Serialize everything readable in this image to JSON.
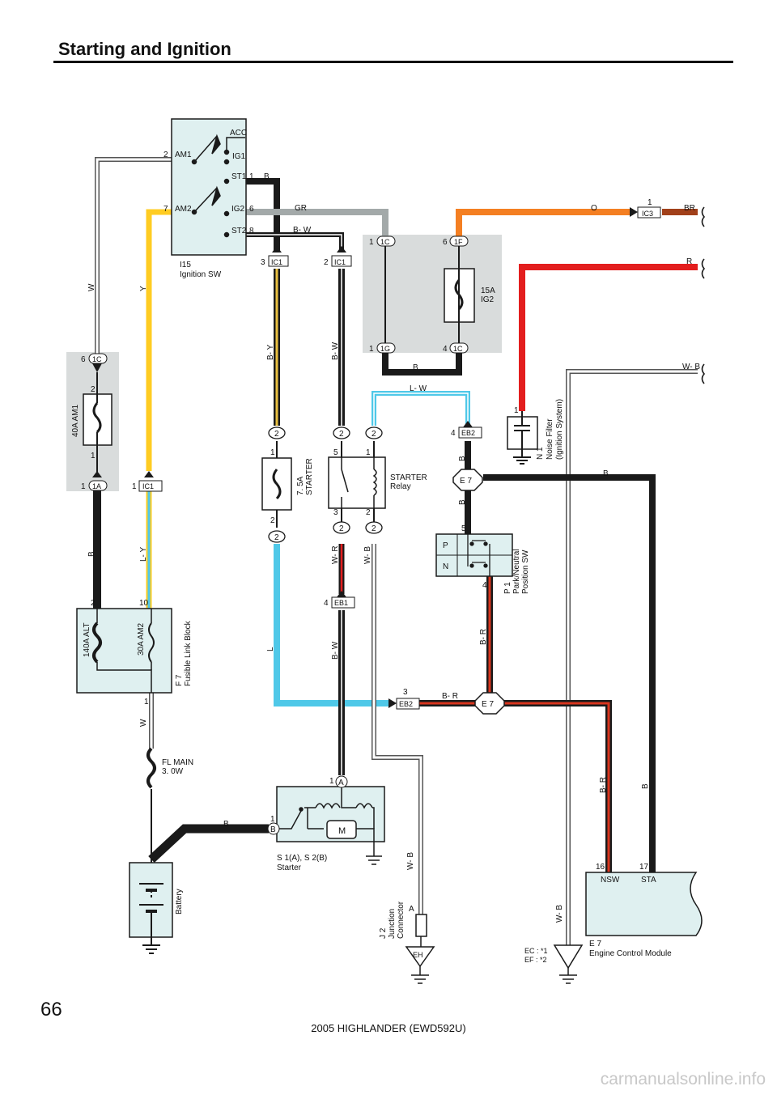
{
  "header": {
    "title": "Starting and Ignition",
    "page_number": "66"
  },
  "footer": {
    "model": "2005 HIGHLANDER (EWD592U)"
  },
  "watermark": "carmanualsonline.info",
  "colors": {
    "B": "#1a1a1a",
    "W": "#ffffff",
    "Y": "#ffcc22",
    "GR": "#a3a9a9",
    "O": "#f47f22",
    "R": "#e31e1e",
    "BR": "#a1401a",
    "L": "#4fc8e8",
    "BW": "#1a1a1a",
    "BY": "#e8c040",
    "BR_stripe": "#d8351e",
    "panel": "#d9dcdc",
    "box": "#dff0f0"
  },
  "ignition_switch": {
    "code": "I15",
    "name": "Ignition SW",
    "terminals": [
      "AM1",
      "AM2",
      "ACC",
      "IG1",
      "ST1",
      "IG2",
      "ST2"
    ],
    "pins": {
      "am1": "2",
      "am2": "7",
      "st1": "1",
      "ig2": "6",
      "st2": "8"
    }
  },
  "wire_labels": {
    "w": "W",
    "y": "Y",
    "b": "B",
    "gr": "GR",
    "bw": "B- W",
    "by": "B- Y",
    "o": "O",
    "r": "R",
    "br": "BR",
    "wb": "W- B",
    "lw": "L- W",
    "ly": "L- Y",
    "l": "L",
    "wr": "W- R",
    "br2": "B- R",
    "w2": "W"
  },
  "connectors": {
    "ic1": "IC1",
    "ic3": "IC3",
    "c1c": "1C",
    "c1f": "1F",
    "c1g": "1G",
    "c1a": "1A",
    "eb1": "EB1",
    "eb2": "EB2",
    "e7": "E 7",
    "eh": "EH",
    "a": "A",
    "b": "B"
  },
  "pins": {
    "p1": "1",
    "p2": "2",
    "p3": "3",
    "p4": "4",
    "p5": "5",
    "p6": "6",
    "p7": "7",
    "p10": "10",
    "p16": "16",
    "p17": "17"
  },
  "fuses": {
    "am1": "40A AM1",
    "ig2_amp": "15A",
    "ig2_name": "IG2",
    "starter_amp": "7. 5A",
    "starter_name": "STARTER",
    "alt": "140A ALT",
    "am2": "30A AM2",
    "fl_main_name": "FL MAIN",
    "fl_main_size": "3. 0W"
  },
  "components": {
    "starter_relay": "STARTER",
    "starter_relay2": "Relay",
    "fusible_code": "F 7",
    "fusible_name": "Fusible Link Block",
    "battery": "Battery",
    "starter_code": "S 1(A), S 2(B)",
    "starter_name": "Starter",
    "motor": "M",
    "pnp_code": "P 1",
    "pnp_name1": "Park/Neutral",
    "pnp_name2": "Position SW",
    "pnp_p": "P",
    "pnp_n": "N",
    "noise_code": "N 1",
    "noise_name": "Noise Filter",
    "noise_sub": "(Ignition System)",
    "jc_code": "J 2",
    "jc_name1": "Junction",
    "jc_name2": "Connector",
    "ecm_code": "E 7",
    "ecm_name": "Engine Control Module",
    "ecm_nsw": "NSW",
    "ecm_sta": "STA",
    "ec_note": "EC : *1",
    "ef_note": "EF : *2"
  }
}
